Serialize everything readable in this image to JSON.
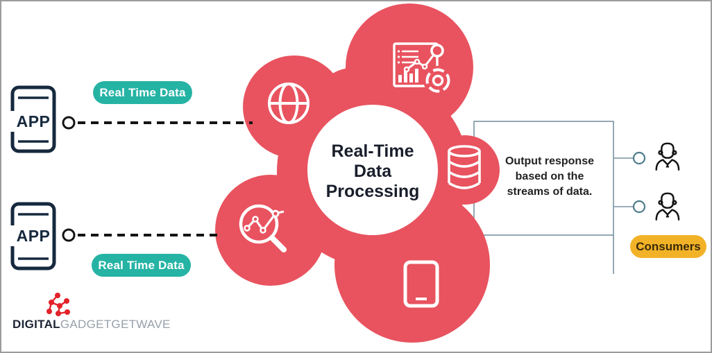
{
  "colors": {
    "blob_red": "#e8535f",
    "badge_teal": "#25b3a4",
    "badge_yellow": "#f2b228",
    "phone_navy": "#16293e",
    "box_border": "#7a93a0",
    "dashed_line": "#141414",
    "logo_red": "#e32129",
    "logo_gray": "#98a0aa"
  },
  "left": {
    "app_top_label": "APP",
    "app_bottom_label": "APP",
    "badge_top": "Real Time Data",
    "badge_bottom": "Real Time Data"
  },
  "center": {
    "title": "Real-Time\nData\nProcessing",
    "blob_icons": [
      "globe-icon",
      "analytics-dashboard-icon",
      "database-icon",
      "chart-magnifier-icon",
      "smartphone-icon"
    ]
  },
  "output": {
    "text": "Output response\nbased on the\nstreams of data."
  },
  "right": {
    "consumers_badge": "Consumers",
    "consumer_icons": [
      "person-icon",
      "person-icon"
    ]
  },
  "logo": {
    "bold": "DIGITAL",
    "light": "GADGETGETWAVE"
  }
}
